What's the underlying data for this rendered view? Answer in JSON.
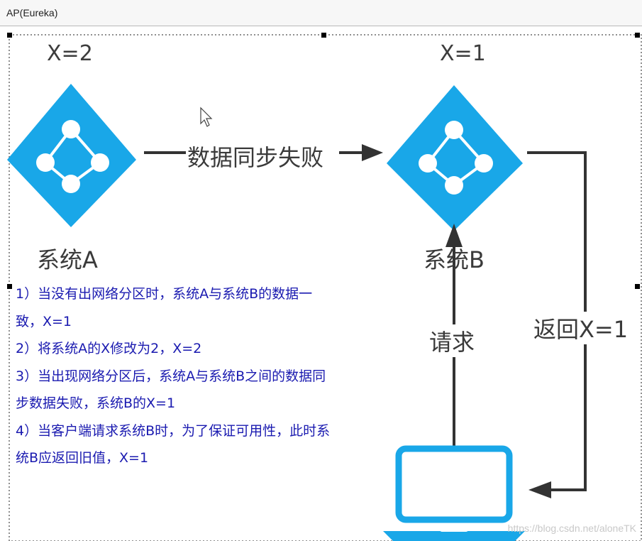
{
  "window": {
    "title": "AP(Eureka)"
  },
  "diagram": {
    "node_a": {
      "value_label": "X=2",
      "name": "系统A"
    },
    "node_b": {
      "value_label": "X=1",
      "name": "系统B"
    },
    "sync_label": "数据同步失败",
    "request_label": "请求",
    "response_label": "返回X=1",
    "node_color": "#19a7e8",
    "client_color": "#19a7e8",
    "notes": [
      "1）当没有出网络分区时，系统A与系统B的数据一",
      "致，X=1",
      "2）将系统A的X修改为2，X=2",
      "3）当出现网络分区后，系统A与系统B之间的数据同",
      "步数据失败，系统B的X=1",
      "4）当客户端请求系统B时，为了保证可用性，此时系",
      "统B应返回旧值，X=1"
    ]
  },
  "watermark": "https://blog.csdn.net/aloneTK"
}
